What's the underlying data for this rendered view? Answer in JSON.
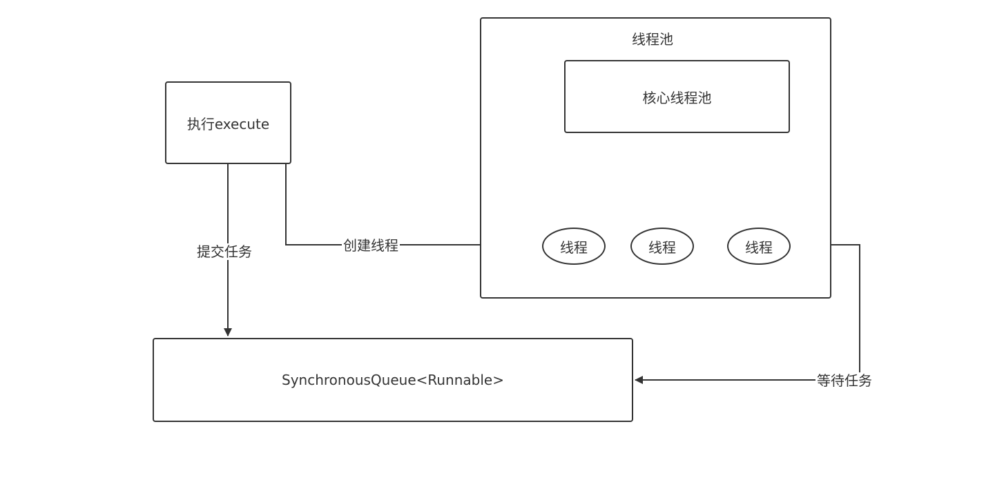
{
  "diagram": {
    "execute_box": "执行execute",
    "pool_title": "线程池",
    "core_pool": "核心线程池",
    "threads": [
      "线程",
      "线程",
      "线程"
    ],
    "queue": "SynchronousQueue<Runnable>",
    "edges": {
      "submit_task": "提交任务",
      "create_thread": "创建线程",
      "wait_task": "等待任务"
    }
  }
}
